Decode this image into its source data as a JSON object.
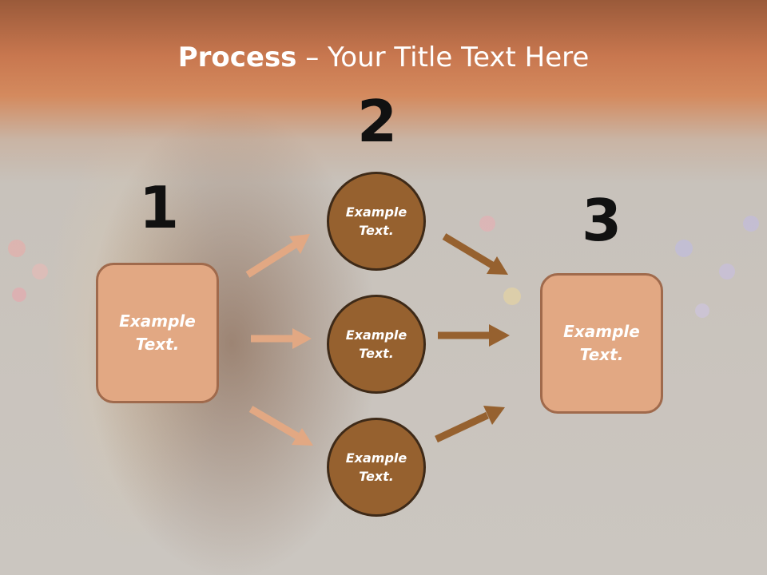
{
  "slide": {
    "title_bold": "Process",
    "title_rest": " – Your Title Text Here"
  },
  "steps": {
    "one": "1",
    "two": "2",
    "three": "3"
  },
  "left_box": {
    "text": "Example\nText."
  },
  "right_box": {
    "text": "Example\nText."
  },
  "circles": [
    {
      "text": "Example\nText."
    },
    {
      "text": "Example\nText."
    },
    {
      "text": "Example\nText."
    }
  ],
  "colors": {
    "box_fill": "#e2a883",
    "circle_fill": "#96612f",
    "light_arrow": "#e2a883",
    "dark_arrow": "#96612f"
  }
}
